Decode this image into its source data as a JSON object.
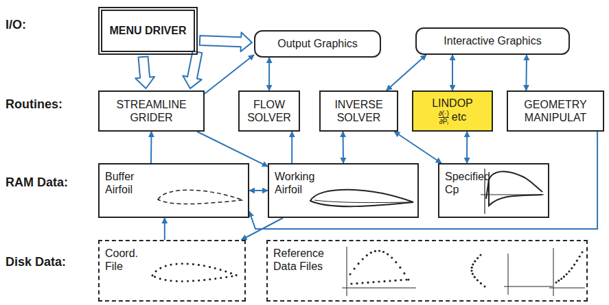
{
  "diagram": {
    "nodes": [
      {
        "text": [
          "MENU DRIVER"
        ]
      },
      {
        "text": [
          "Output Graphics"
        ]
      },
      {
        "text": [
          "Interactive Graphics"
        ]
      },
      {
        "text": [
          "STREAMLINE GRIDER"
        ]
      },
      {
        "text": [
          "FLOW SOLVER"
        ]
      },
      {
        "text": [
          "INVERSE SOLVER"
        ]
      },
      {
        "text": [
          "LINDOP",
          "∂(·)",
          "∂Pᵢ",
          "etc"
        ]
      },
      {
        "text": [
          "GEOMETRY MANIPULAT"
        ]
      },
      {
        "text": [
          "Buffer Airfoil"
        ]
      },
      {
        "text": [
          "Working Airfoil"
        ]
      },
      {
        "text": [
          "Specified Cp"
        ]
      },
      {
        "text": [
          "Coord. File"
        ]
      },
      {
        "text": [
          "Reference Data Files"
        ]
      }
    ],
    "edges": [
      {
        "from": 0,
        "to": 1,
        "arrow": "to"
      },
      {
        "from": 0,
        "to": 3,
        "arrow": "to"
      },
      {
        "from": 0,
        "to": 3,
        "arrow": "to"
      },
      {
        "from": 3,
        "to": 1,
        "arrow": "to"
      },
      {
        "from": 4,
        "to": 1,
        "arrow": "both"
      },
      {
        "from": 5,
        "to": 2,
        "arrow": "both"
      },
      {
        "from": 6,
        "to": 2,
        "arrow": "both"
      },
      {
        "from": 7,
        "to": 2,
        "arrow": "both"
      },
      {
        "from": 8,
        "to": 3,
        "arrow": "to"
      },
      {
        "from": 3,
        "to": 9,
        "arrow": "to"
      },
      {
        "from": 8,
        "to": 9,
        "arrow": "both"
      },
      {
        "from": 9,
        "to": 4,
        "arrow": "to"
      },
      {
        "from": 9,
        "to": 5,
        "arrow": "both"
      },
      {
        "from": 5,
        "to": 10,
        "arrow": "both"
      },
      {
        "from": 6,
        "to": 10,
        "arrow": "both"
      },
      {
        "from": 9,
        "to": 11,
        "arrow": "to"
      },
      {
        "from": 11,
        "to": 8,
        "arrow": "to"
      },
      {
        "from": 7,
        "to": 8,
        "arrow": "to"
      }
    ],
    "labels": [
      "I/O:",
      "Routines:",
      "RAM Data:",
      "Disk Data:"
    ]
  }
}
